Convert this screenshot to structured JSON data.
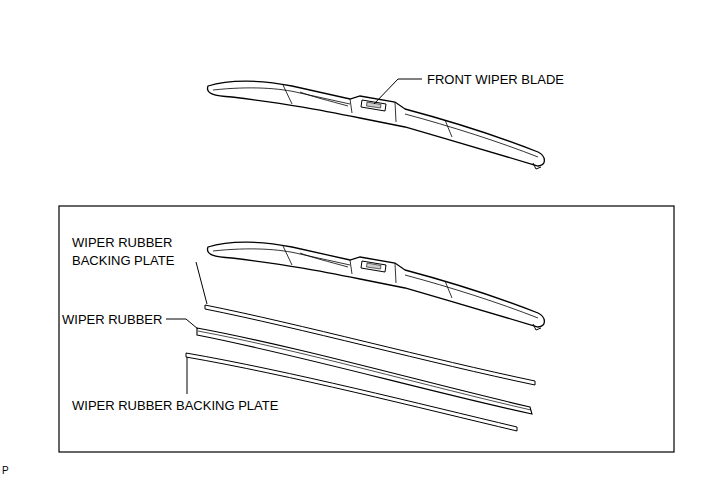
{
  "diagram": {
    "labels": [
      "FRONT WIPER BLADE",
      "WIPER RUBBER BACKING PLATE",
      "WIPER RUBBER",
      "WIPER RUBBER BACKING PLATE",
      "P"
    ]
  }
}
